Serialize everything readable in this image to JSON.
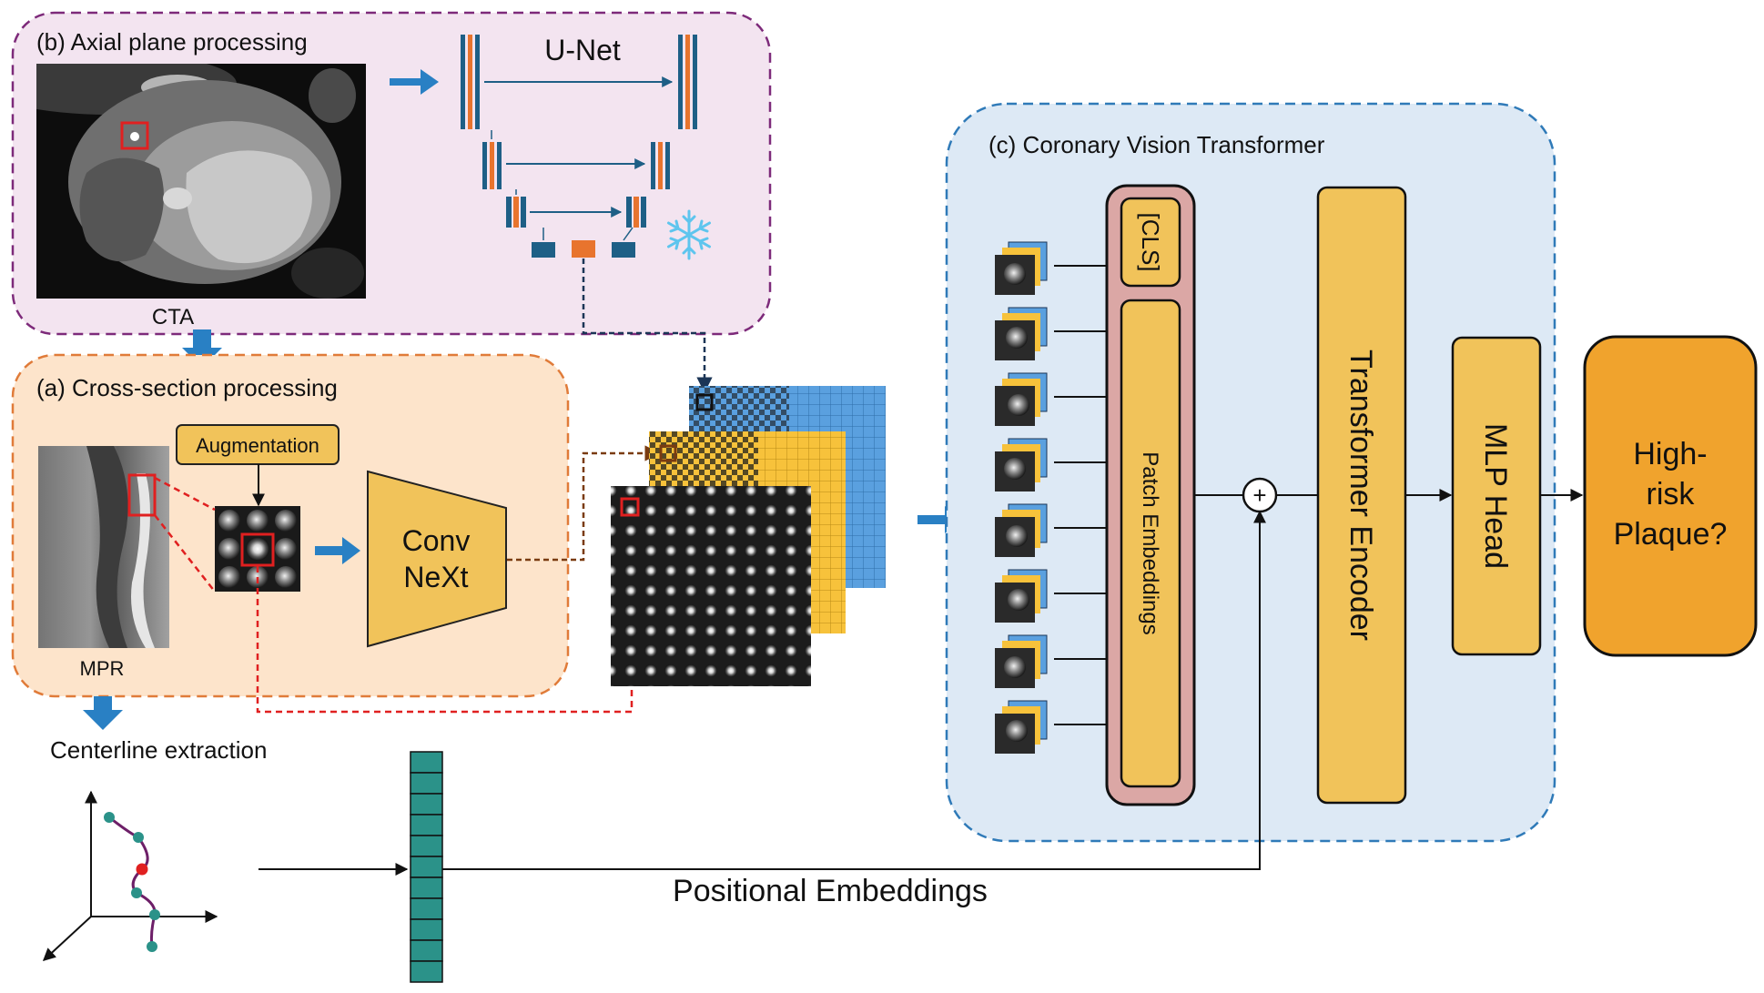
{
  "panels": {
    "axial": {
      "label": "(b) Axial plane processing",
      "image_label": "CTA",
      "model_label": "U-Net"
    },
    "cross": {
      "label": "(a) Cross-section processing",
      "image_label": "MPR",
      "augmentation_label": "Augmentation",
      "backbone_line1": "Conv",
      "backbone_line2": "NeXt"
    },
    "vit": {
      "label": "(c) Coronary Vision Transformer",
      "cls_label": "[CLS]",
      "patch_label": "Patch Embeddings",
      "encoder_label": "Transformer Encoder",
      "mlp_label": "MLP Head"
    }
  },
  "centerline_label": "Centerline extraction",
  "positional_label": "Positional Embeddings",
  "output": {
    "line1": "High-",
    "line2": "risk",
    "line3": "Plaque?"
  },
  "plus_symbol": "+",
  "colors": {
    "axial_bg": "#f3e4f0",
    "axial_border": "#7d2a7a",
    "cross_bg": "#fde4cb",
    "cross_border": "#e07b39",
    "vit_bg": "#dde9f5",
    "vit_border": "#2f7ab8",
    "block_yellow": "#f1c35a",
    "output_orange": "#f0a32d",
    "patch_outer": "#dba7a5",
    "arrow_blue": "#2980c4",
    "feat_blue": "#5aa0df",
    "feat_yellow": "#f7c23b",
    "teal": "#2b9289",
    "unet_blue": "#1e5f86",
    "unet_orange": "#e8742e",
    "snow": "#5ec5ee",
    "red": "#e02020"
  },
  "icons": [
    "snowflake-icon",
    "plus-circle-icon",
    "freeze-icon"
  ]
}
